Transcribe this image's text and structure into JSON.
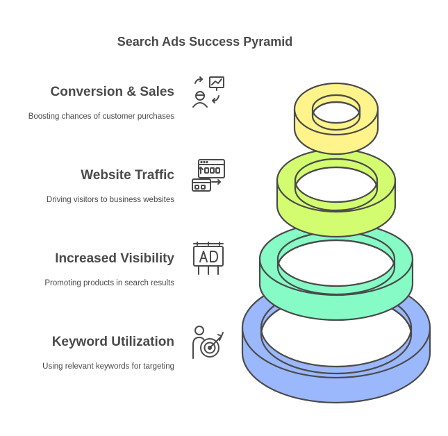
{
  "title": "Search Ads Success Pyramid",
  "levels": [
    {
      "heading": "Conversion & Sales",
      "description": "Boosting chances of customer purchases",
      "icon": "presentation-person-icon",
      "color": "#fff48c"
    },
    {
      "heading": "Website Traffic",
      "description": "Driving visitors to business websites",
      "icon": "web-traffic-icon",
      "color": "#d3fc71"
    },
    {
      "heading": "Increased Visibility",
      "description": "Promoting products in search results",
      "icon": "billboard-ad-icon",
      "color": "#86fbc5"
    },
    {
      "heading": "Keyword Utilization",
      "description": "Using relevant keywords for targeting",
      "icon": "target-person-icon",
      "color": "#9bb8fd"
    }
  ]
}
